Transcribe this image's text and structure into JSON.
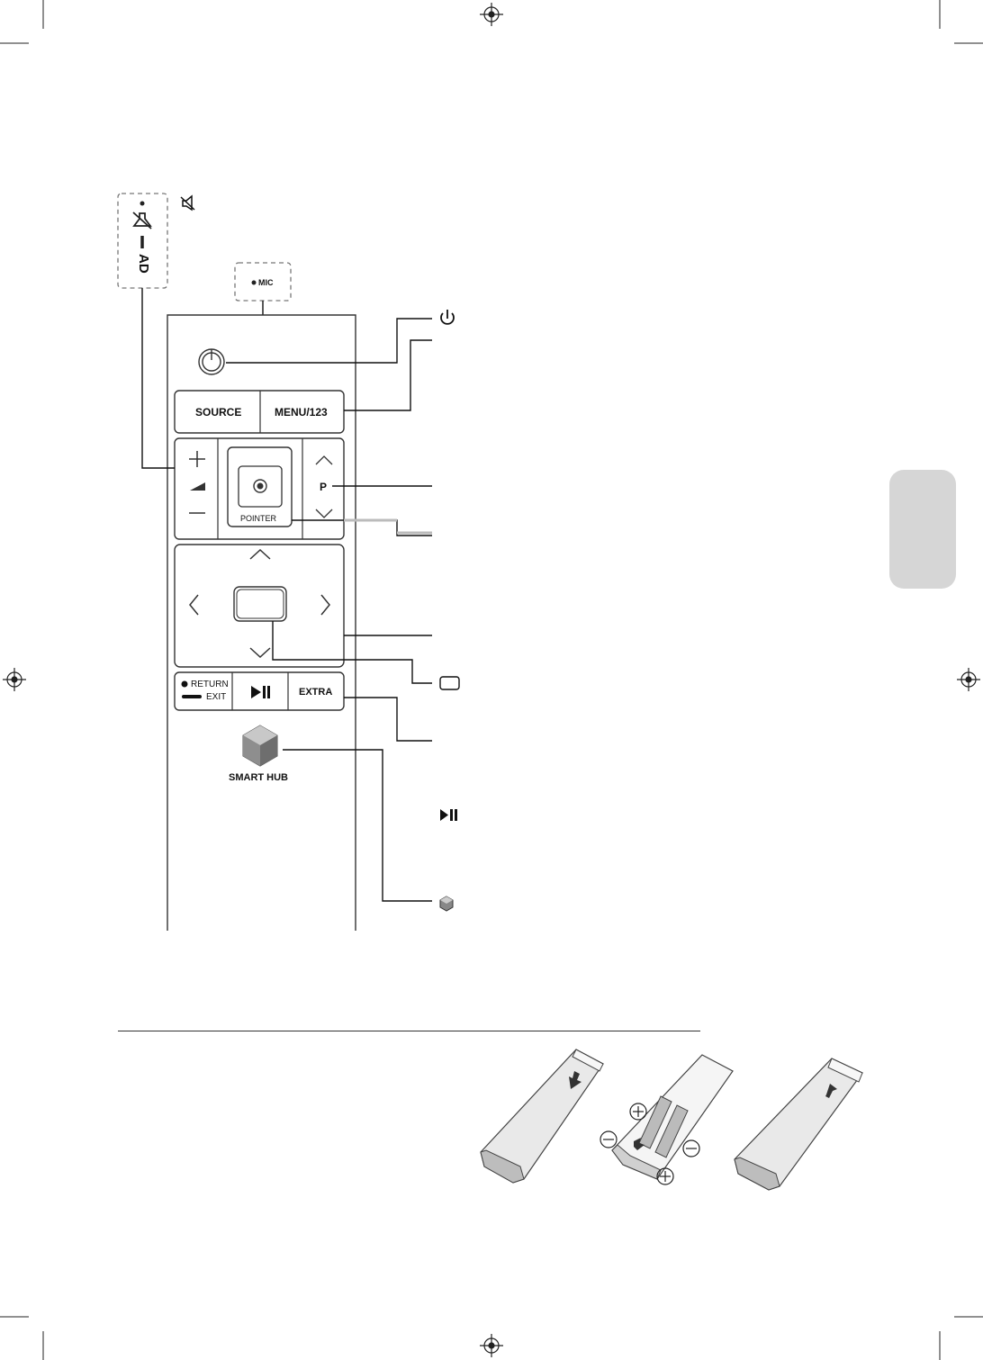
{
  "remote": {
    "mic_label": "MIC",
    "source_label": "SOURCE",
    "menu_label": "MENU/123",
    "pointer_label": "POINTER",
    "channel_label": "P",
    "return_label": "RETURN",
    "exit_label": "EXIT",
    "extra_label": "EXTRA",
    "smart_hub_label": "SMART HUB",
    "ad_label": "AD"
  },
  "battery": {
    "plus_symbol": "+",
    "minus_symbol": "−"
  },
  "colors": {
    "side_tab": "#d6d6d6",
    "line": "#111111",
    "remote_shell": "#e8e8e8"
  }
}
